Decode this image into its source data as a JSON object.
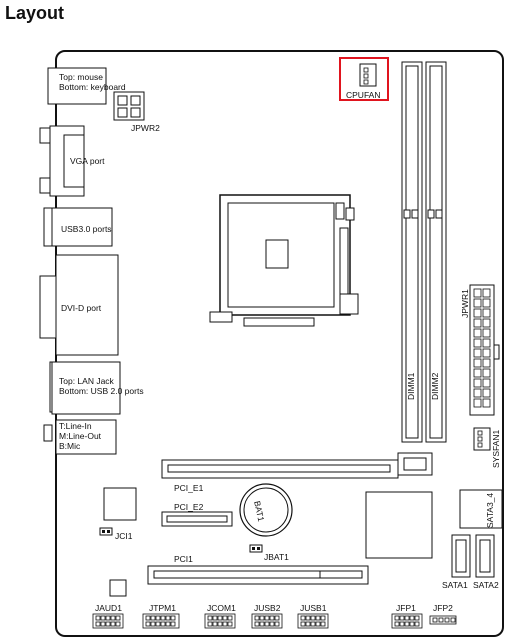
{
  "title": "Layout",
  "labels": {
    "mouse_keyboard_top": "Top: mouse",
    "mouse_keyboard_bottom": "Bottom: keyboard",
    "jpwr2": "JPWR2",
    "vga": "VGA port",
    "usb30": "USB3.0 ports",
    "dvi": "DVI-D port",
    "lan_top": "Top: LAN Jack",
    "lan_bottom": "Bottom: USB 2.0 ports",
    "audio_1": "T:Line-In",
    "audio_2": "M:Line-Out",
    "audio_3": "B:Mic",
    "cpufan": "CPUFAN",
    "jpwr1": "JPWR1",
    "dimm1": "DIMM1",
    "dimm2": "DIMM2",
    "sysfan1": "SYSFAN1",
    "pci_e1": "PCI_E1",
    "pci_e2": "PCI_E2",
    "bat1": "BAT1",
    "jci1": "JCI1",
    "jbat1": "JBAT1",
    "pci1": "PCI1",
    "sata3_4": "SATA3_4",
    "sata1": "SATA1",
    "sata2": "SATA2",
    "jaud1": "JAUD1",
    "jtpm1": "JTPM1",
    "jcom1": "JCOM1",
    "jusb2": "JUSB2",
    "jusb1": "JUSB1",
    "jfp1": "JFP1",
    "jfp2": "JFP2"
  },
  "colors": {
    "outline": "#111111",
    "highlight": "#e0141e"
  }
}
